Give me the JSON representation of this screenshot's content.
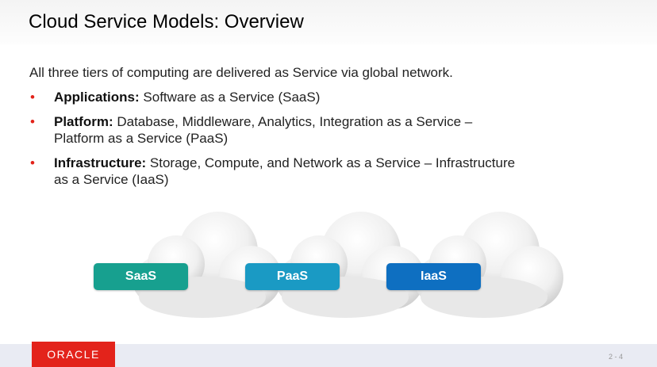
{
  "slide": {
    "title": "Cloud Service Models: Overview",
    "intro": "All three tiers of computing are delivered as Service via global network.",
    "bullets": [
      {
        "term": "Applications:",
        "text": " Software as a Service (SaaS)"
      },
      {
        "term": "Platform:",
        "text": " Database, Middleware, Analytics, Integration as a Service – Platform as a Service (PaaS)"
      },
      {
        "term": "Infrastructure:",
        "text": " Storage, Compute, and Network as a Service – Infrastructure as a Service (IaaS)"
      }
    ],
    "bullet_glyph": "•"
  },
  "clouds": [
    {
      "label": "SaaS",
      "color": "#17a08f"
    },
    {
      "label": "PaaS",
      "color": "#1a9ac4"
    },
    {
      "label": "IaaS",
      "color": "#0e6fc1"
    }
  ],
  "footer": {
    "logo_text": "ORACLE",
    "logo_color": "#e3231b",
    "page_number": "2 - 4"
  }
}
